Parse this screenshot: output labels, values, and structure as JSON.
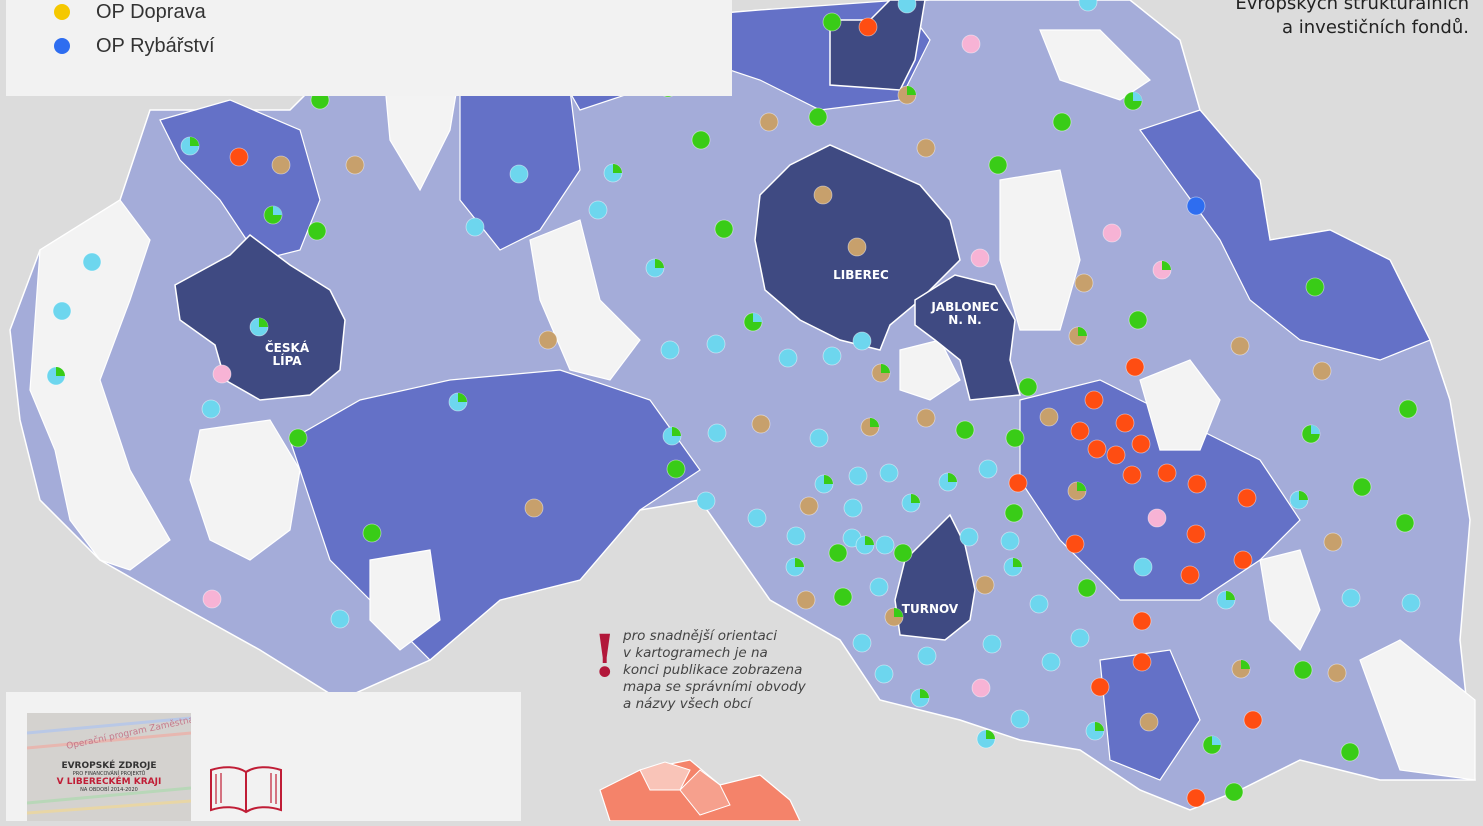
{
  "legend": {
    "items": [
      {
        "label": "OP Doprava",
        "color": "#f5c800"
      },
      {
        "label": "OP Rybářství",
        "color": "#2e6df0"
      }
    ]
  },
  "caption": {
    "line1": "Evropských strukturálních",
    "line2": "a investičních fondů."
  },
  "note": {
    "mark": "!",
    "lines": [
      "pro snadnější orientaci",
      "v kartogramech je na",
      "konci publikace zobrazena",
      "mapa se správními obvody",
      "a názvy všech obcí"
    ]
  },
  "book": {
    "cover_watermark": "Operační program Zaměstnanost",
    "cover_line1": "EVROPSKÉ ZDROJE",
    "cover_line2": "PRO FINANCOVÁNÍ PROJEKTŮ",
    "cover_line3": "V LIBERECKÉM KRAJI",
    "cover_line4": "NA OBDOBÍ 2014-2020"
  },
  "cities": [
    {
      "id": "ceska-lipa",
      "lines": [
        "ČESKÁ",
        "LÍPA"
      ]
    },
    {
      "id": "liberec",
      "lines": [
        "LIBEREC"
      ]
    },
    {
      "id": "jablonec",
      "lines": [
        "JABLONEC",
        "N. N."
      ]
    },
    {
      "id": "turnov",
      "lines": [
        "TURNOV"
      ]
    }
  ],
  "colors": {
    "background": "#dcdcdc",
    "region_darkest": "#3f4a82",
    "region_dark": "#6471c7",
    "region_medium": "#8e9adb",
    "region_light": "#a4acd9",
    "region_none": "#f3f3f3",
    "border": "#ffffff",
    "accent_note": "#b2173a",
    "pie_cyan": "#6dd6ee",
    "pie_green": "#39cc17",
    "pie_tan": "#c7a06c",
    "pie_orange": "#ff4d12",
    "pie_pink": "#f7b3d5",
    "pie_yellow": "#f5c800",
    "pie_blue": "#2e6df0"
  }
}
